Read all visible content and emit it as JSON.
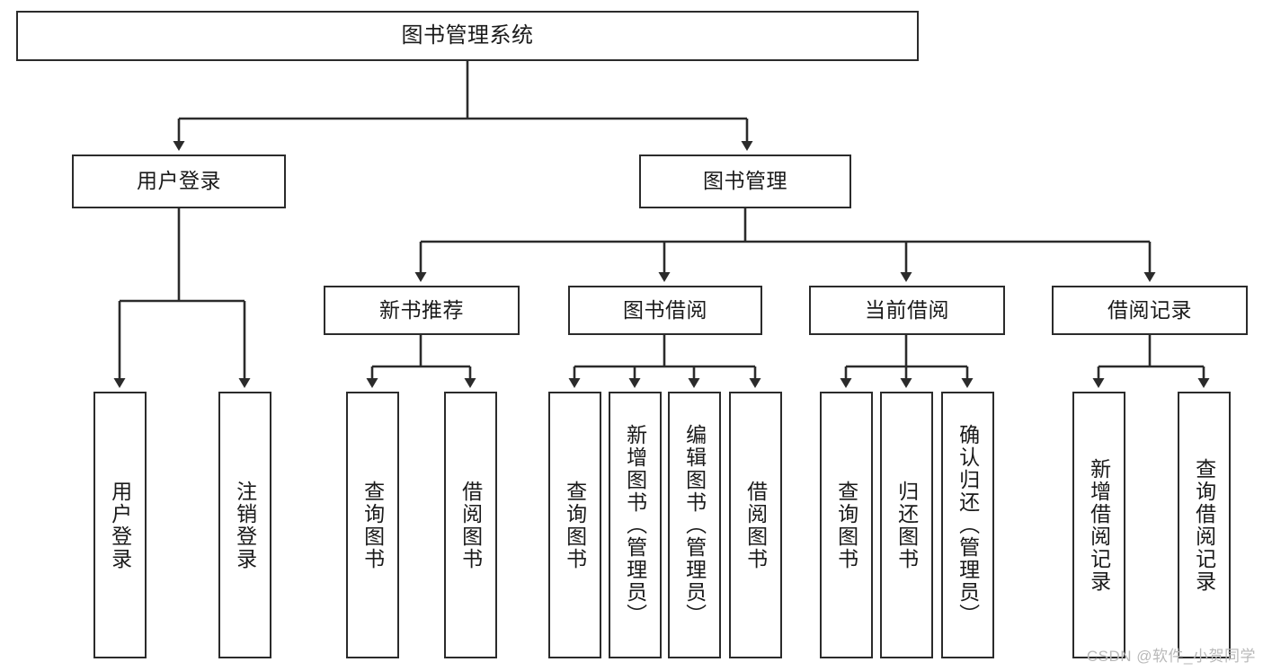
{
  "diagram": {
    "title": "图书管理系统",
    "type": "tree-hierarchy-chart",
    "watermark": "CSDN @软件_小贺同学",
    "colors": {
      "stroke": "#2b2b2b",
      "fill": "#ffffff",
      "text": "#1a1a1a",
      "watermark": "#b9b9b9"
    },
    "nodes": {
      "root": {
        "label": "图书管理系统"
      },
      "level1": [
        {
          "label": "用户登录"
        },
        {
          "label": "图书管理"
        }
      ],
      "level2": [
        {
          "label": "新书推荐"
        },
        {
          "label": "图书借阅"
        },
        {
          "label": "当前借阅"
        },
        {
          "label": "借阅记录"
        }
      ],
      "leaves": {
        "user_login": [
          {
            "label": "用户登录"
          },
          {
            "label": "注销登录"
          }
        ],
        "new_book_recommend": [
          {
            "label": "查询图书"
          },
          {
            "label": "借阅图书"
          }
        ],
        "book_borrow": [
          {
            "label": "查询图书"
          },
          {
            "label": "新增图书（管理员）"
          },
          {
            "label": "编辑图书（管理员）"
          },
          {
            "label": "借阅图书"
          }
        ],
        "current_borrow": [
          {
            "label": "查询图书"
          },
          {
            "label": "归还图书"
          },
          {
            "label": "确认归还（管理员）"
          }
        ],
        "borrow_record": [
          {
            "label": "新增借阅记录"
          },
          {
            "label": "查询借阅记录"
          }
        ]
      }
    }
  }
}
